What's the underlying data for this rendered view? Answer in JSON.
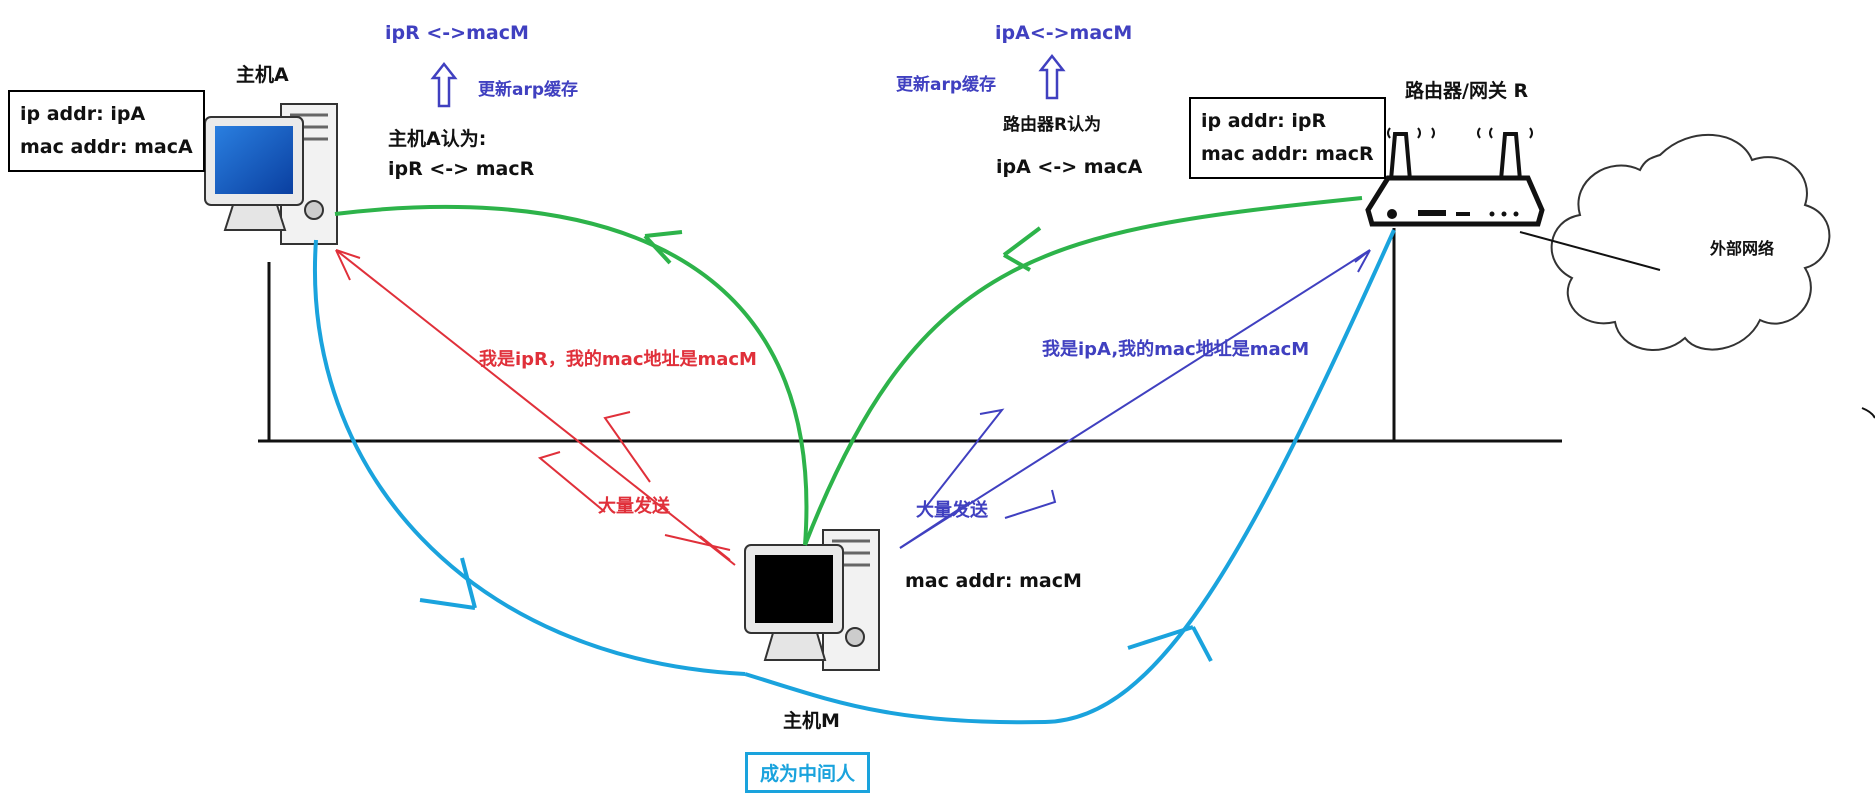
{
  "hostA": {
    "title": "主机A",
    "ip_line": "ip addr:  ipA",
    "mac_line": "mac addr:  macA",
    "belief_title": "主机A认为:",
    "belief_line": "ipR <-> macR",
    "cache_update_label": "更新arp缓存",
    "new_mapping": "ipR  <->macM"
  },
  "router": {
    "title": "路由器/网关 R",
    "ip_line": "ip addr:  ipR",
    "mac_line": "mac addr:  macR",
    "belief_title": "路由器R认为",
    "belief_line": "ipA <-> macA",
    "cache_update_label": "更新arp缓存",
    "new_mapping": "ipA<->macM"
  },
  "hostM": {
    "title": "主机M",
    "mac_line": "mac addr:  macM",
    "role_label": "成为中间人"
  },
  "messages": {
    "to_host_a": "我是ipR，我的mac地址是macM",
    "to_router": "我是ipA,我的mac地址是macM",
    "bulk_send_left": "大量发送",
    "bulk_send_right": "大量发送"
  },
  "network": {
    "external_label": "外部网络"
  },
  "colors": {
    "green": "#2db34a",
    "blue_curve": "#1aa3dd",
    "spoof_red": "#e0303a",
    "spoof_blue": "#4040c0"
  }
}
